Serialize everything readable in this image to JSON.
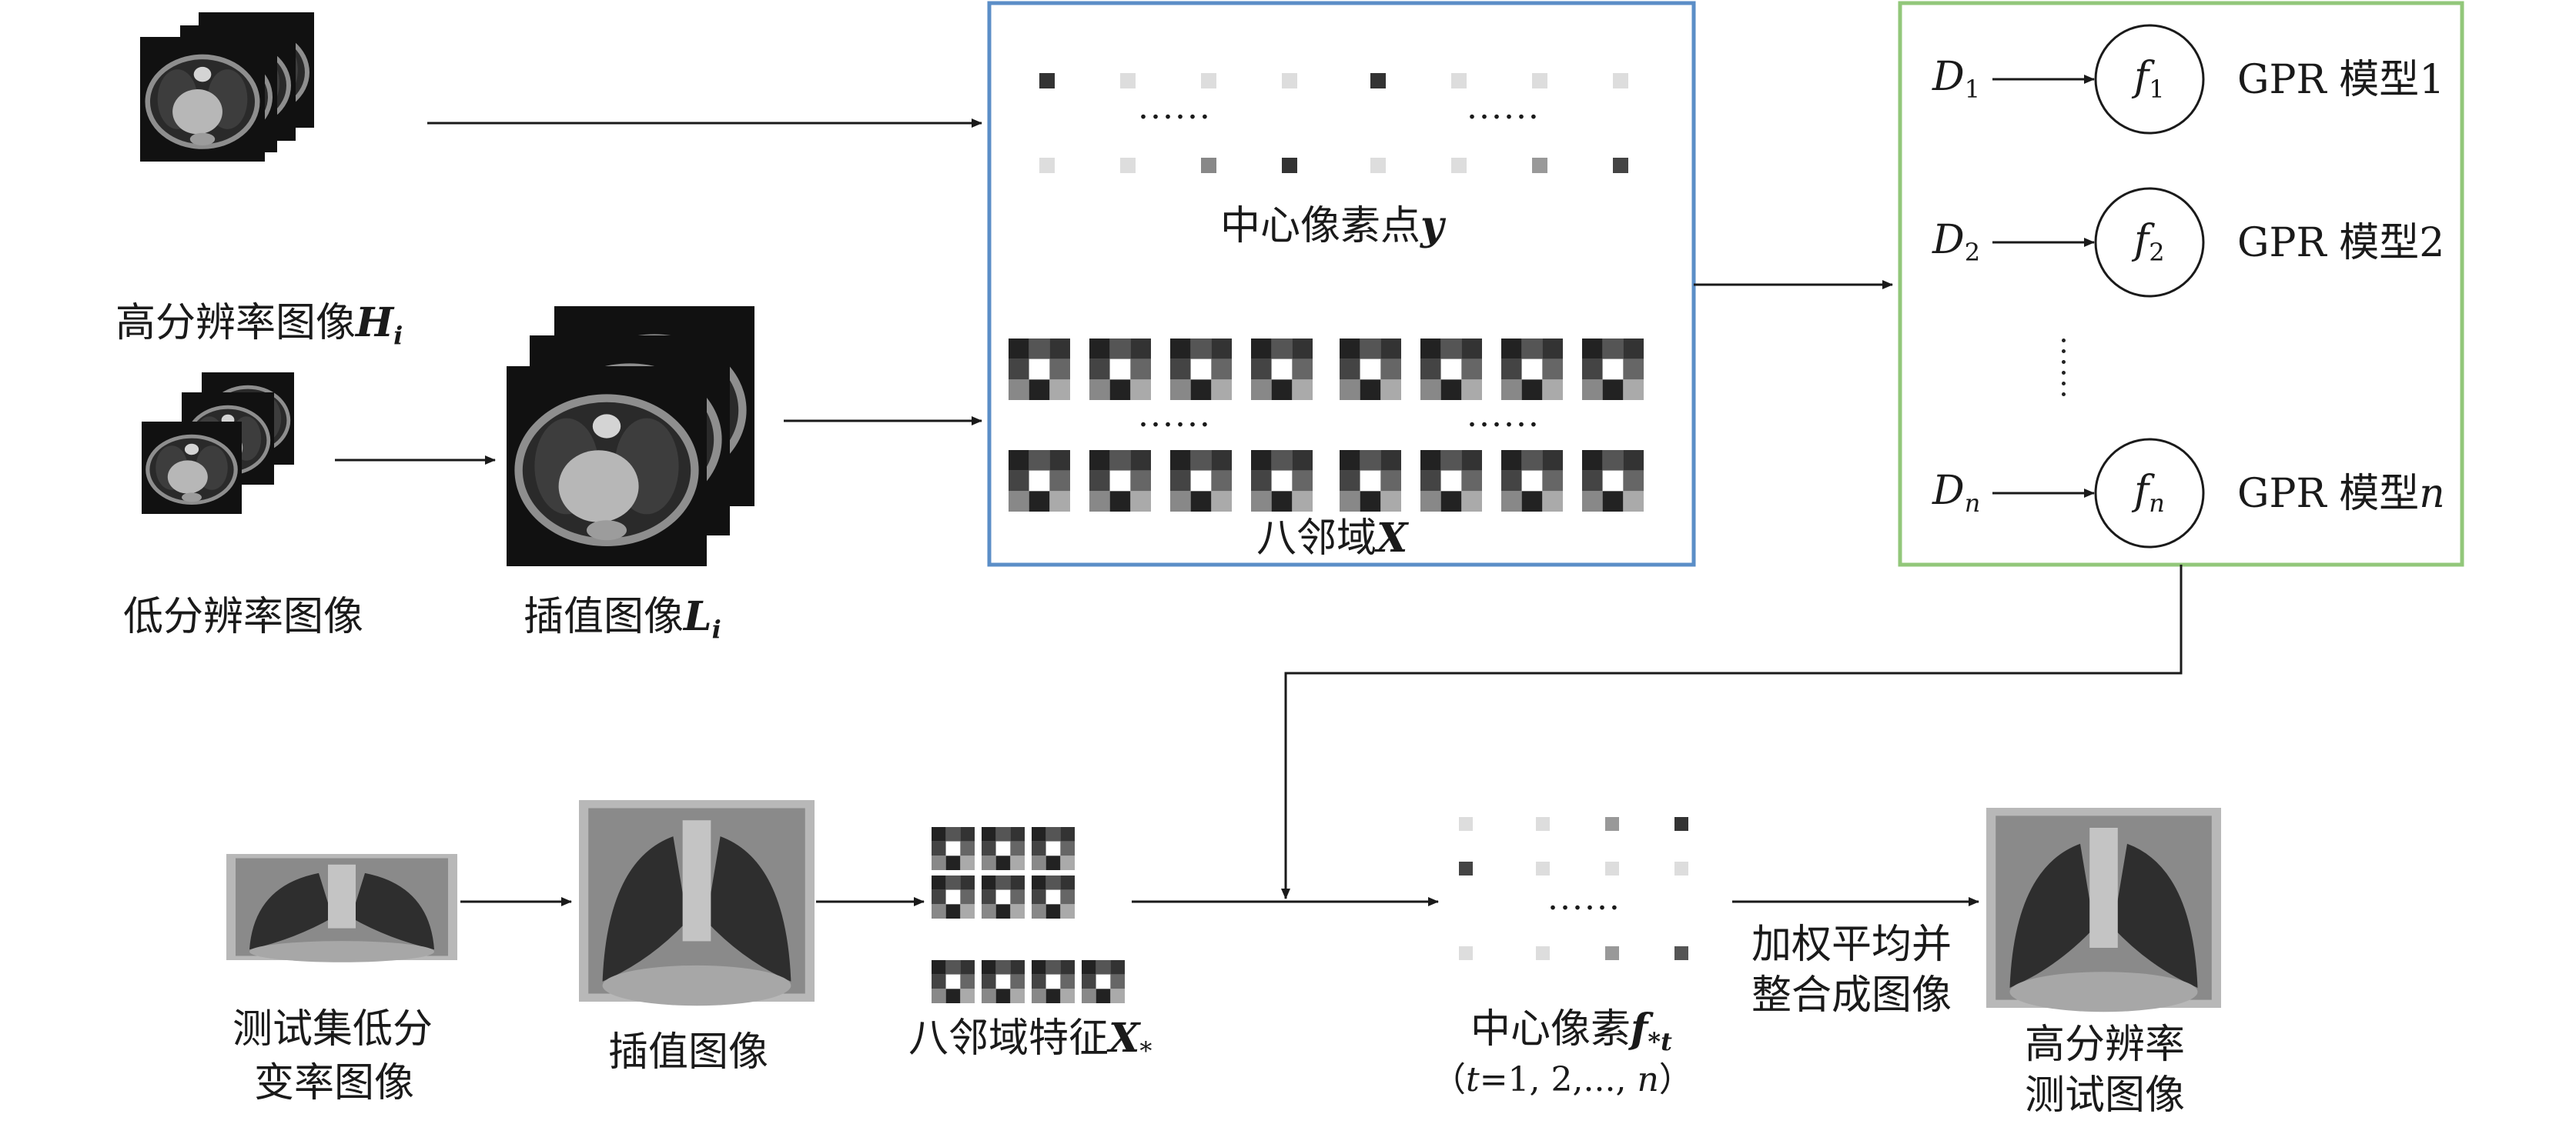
{
  "labels": {
    "hr_image": "高分辨率图像",
    "hr_symbol": "H",
    "hr_sub": "i",
    "lr_image": "低分辨率图像",
    "interp_image": "插值图像",
    "interp_symbol": "L",
    "interp_sub": "i",
    "center_pixel": "中心像素点",
    "center_symbol": "y",
    "neighborhood": "八邻域",
    "neighborhood_symbol": "X",
    "test_lr_line1": "测试集低分",
    "test_lr_line2": "变率图像",
    "test_interp": "插值图像",
    "test_neighborhood": "八邻域特征",
    "test_neighborhood_symbol": "X",
    "test_neighborhood_sub": "*",
    "test_center": "中心像素",
    "test_center_symbol": "f",
    "test_center_sub": "*t",
    "t_range_open": "（",
    "t_range_var": "t",
    "t_range": "=1, 2,..., ",
    "t_range_n": "n",
    "t_range_close": "）",
    "fuse_line1": "加权平均并",
    "fuse_line2": "整合成图像",
    "hr_test_line1": "高分辨率",
    "hr_test_line2": "测试图像",
    "ellipsis": "......"
  },
  "gpr_models": [
    {
      "d_symbol": "D",
      "d_sub": "1",
      "f_symbol": "f",
      "f_sub": "1",
      "label": "GPR 模型",
      "index": "1"
    },
    {
      "d_symbol": "D",
      "d_sub": "2",
      "f_symbol": "f",
      "f_sub": "2",
      "label": "GPR 模型",
      "index": "2"
    },
    {
      "d_symbol": "D",
      "d_sub": "n",
      "f_symbol": "f",
      "f_sub": "n",
      "label": "GPR 模型",
      "index": "n"
    }
  ],
  "colors": {
    "blue_box": "#5b8ec7",
    "green_box": "#92c77a",
    "arrow": "#1a1a1a"
  }
}
